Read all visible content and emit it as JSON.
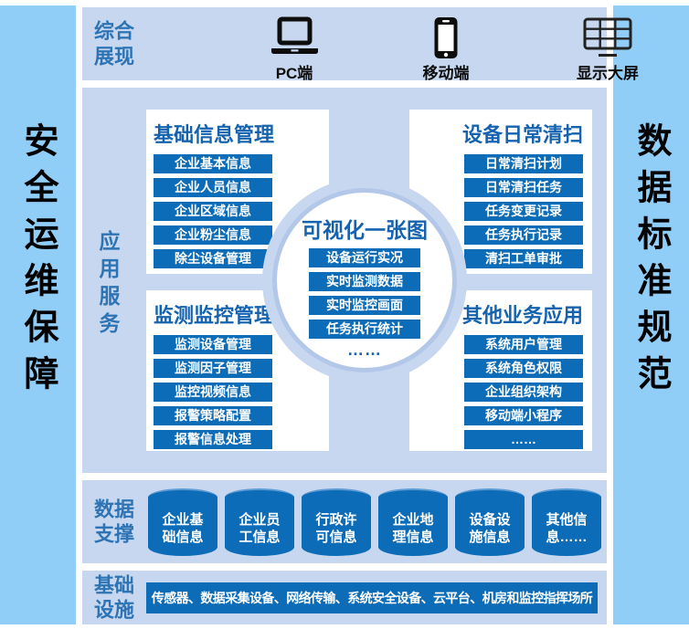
{
  "sidebar": {
    "left": "安全运维保障",
    "right": "数据标准规范"
  },
  "overview": {
    "label": "综合\n展现",
    "terminals": [
      {
        "icon": "laptop-icon",
        "label": "PC端"
      },
      {
        "icon": "smartphone-icon",
        "label": "移动端"
      },
      {
        "icon": "grid-screen-icon",
        "label": "显示大屏"
      }
    ]
  },
  "app": {
    "label": "应用服务",
    "boxes": [
      {
        "title": "基础信息管理",
        "items": [
          "企业基本信息",
          "企业人员信息",
          "企业区域信息",
          "企业粉尘信息",
          "除尘设备管理"
        ]
      },
      {
        "title": "设备日常清扫",
        "items": [
          "日常清扫计划",
          "日常清扫任务",
          "任务变更记录",
          "任务执行记录",
          "清扫工单审批"
        ]
      },
      {
        "title": "监测监控管理",
        "items": [
          "监测设备管理",
          "监测因子管理",
          "监控视频信息",
          "报警策略配置",
          "报警信息处理"
        ]
      },
      {
        "title": "其他业务应用",
        "items": [
          "系统用户管理",
          "系统角色权限",
          "企业组织架构",
          "移动端小程序",
          "……"
        ]
      }
    ],
    "circle": {
      "title": "可视化一张图",
      "items": [
        "设备运行实况",
        "实时监测数据",
        "实时监控画面",
        "任务执行统计"
      ],
      "more": "……"
    }
  },
  "data_support": {
    "label": "数据\n支撑",
    "cylinders": [
      "企业基\n础信息",
      "企业员\n工信息",
      "行政许\n可信息",
      "企业地\n理信息",
      "设备设\n施信息",
      "其他信\n息……"
    ]
  },
  "infrastructure": {
    "label": "基础\n设施",
    "bar": "传感器、数据采集设备、网络传输、系统安全设备、云平台、机房和监控指挥场所"
  },
  "colors": {
    "pillar_bg": "#90CEF8",
    "panel_bg": "#C6D7EF",
    "primary_blue": "#0D6CB7",
    "band_label_blue": "#2E74B5",
    "title_blue": "#1563AE",
    "circle_ring": "#B3C7E9",
    "text_black": "#0D0D0D",
    "button_text": "#FFFFFF"
  }
}
